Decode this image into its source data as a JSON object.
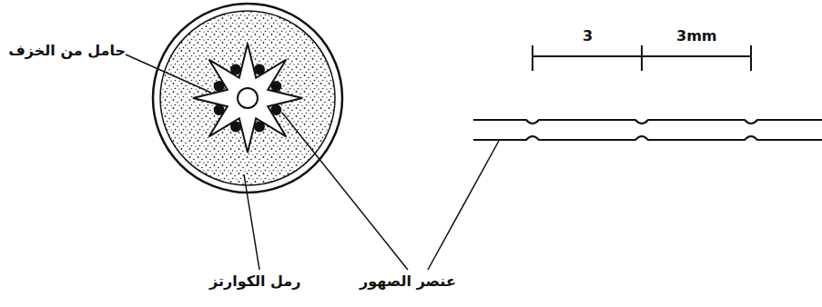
{
  "diagram": {
    "labels": [
      "حامل من الخزف",
      "رمل الكوارتز",
      "عنصر الصهور",
      "3",
      "3mm"
    ]
  }
}
